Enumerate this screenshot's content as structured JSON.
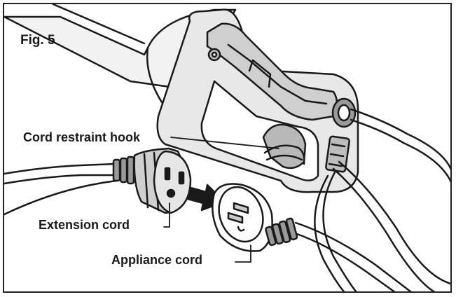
{
  "figure": {
    "title": "Fig. 5"
  },
  "callouts": {
    "hook": "Cord restraint hook",
    "extension": "Extension cord",
    "appliance": "Appliance cord"
  },
  "colors": {
    "line": "#1a1a1a",
    "shade_light": "#d9d9d9",
    "shade_mid": "#b8b8b8",
    "shade_dark": "#8c8c8c",
    "background": "#ffffff"
  }
}
